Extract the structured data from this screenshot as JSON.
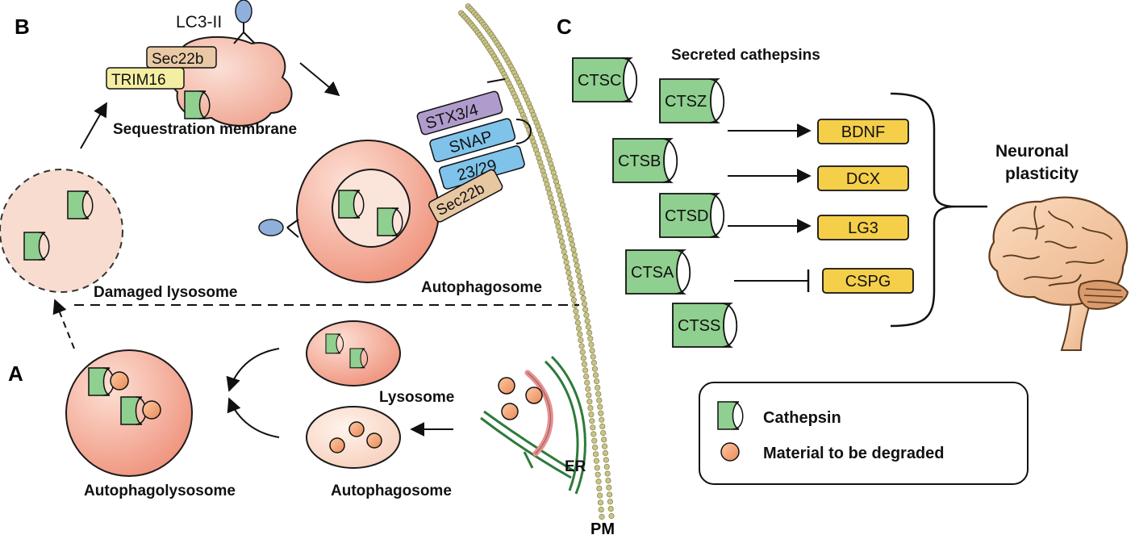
{
  "panels": {
    "a": "A",
    "b": "B",
    "c": "C"
  },
  "panel_b": {
    "lc3": "LC3-II",
    "sec22b": "Sec22b",
    "trim16": "TRIM16",
    "sequestration": "Sequestration membrane",
    "damaged": "Damaged lysosome",
    "autophagosome": "Autophagosome",
    "stx": "STX3/4",
    "snap": "SNAP",
    "snap_num": "23/29",
    "sec22b_2": "Sec22b"
  },
  "panel_a": {
    "lysosome": "Lysosome",
    "autophagolysosome": "Autophagolysosome",
    "autophagosome": "Autophagosome",
    "er": "ER",
    "pm": "PM"
  },
  "panel_c": {
    "title": "Secreted cathepsins",
    "cathepsins": [
      "CTSC",
      "CTSZ",
      "CTSB",
      "CTSD",
      "CTSA",
      "CTSS"
    ],
    "targets": [
      "BDNF",
      "DCX",
      "LG3",
      "CSPG"
    ],
    "outcome_line1": "Neuronal",
    "outcome_line2": "plasticity"
  },
  "legend": {
    "cathepsin": "Cathepsin",
    "material": "Material to be degraded"
  },
  "colors": {
    "cathepsin_fill": "#8fcf8f",
    "target_fill": "#f5cf4a",
    "lysosome_fill": "#f4a08f",
    "material_fill": "#f2a279",
    "membrane": "#b5b070",
    "er_green": "#2e7a3b",
    "stx": "#b09ccc",
    "snap": "#7fc3ea",
    "sec22b": "#e7c7a2",
    "trim16": "#f3eda0"
  }
}
